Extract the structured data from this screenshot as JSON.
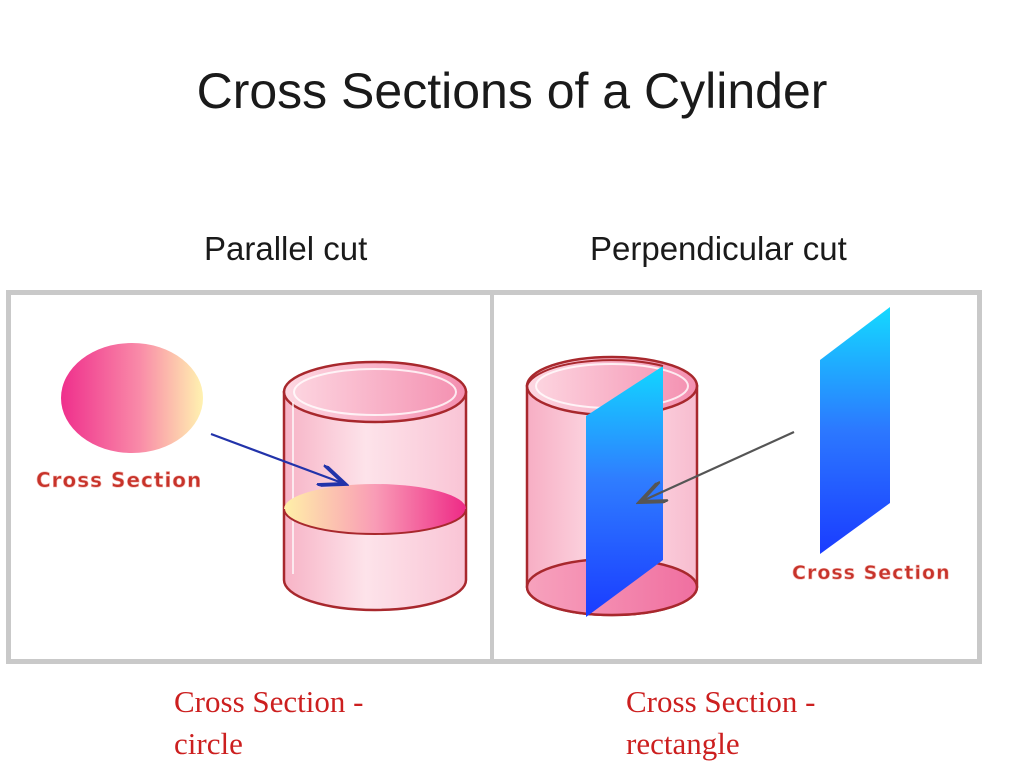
{
  "title": "Cross Sections of a Cylinder",
  "left_panel": {
    "heading": "Parallel cut",
    "figure_label": "Cross Section",
    "caption_line1": "Cross Section -",
    "caption_line2": "circle"
  },
  "right_panel": {
    "heading": "Perpendicular cut",
    "figure_label": "Cross Section",
    "caption_line1": "Cross Section -",
    "caption_line2": "rectangle"
  },
  "colors": {
    "frame": "#c9c9c9",
    "cylinder_outline": "#a8282d",
    "cylinder_fill": "#f9b7cc",
    "section_pink": "#ef3e8c",
    "section_yellow": "#ffe9a6",
    "section_blue": "#1a4dff",
    "section_cyan": "#12d4ff",
    "caption_red": "#cc1f1f",
    "arrow_blue": "#2233aa",
    "arrow_gray": "#555555"
  }
}
